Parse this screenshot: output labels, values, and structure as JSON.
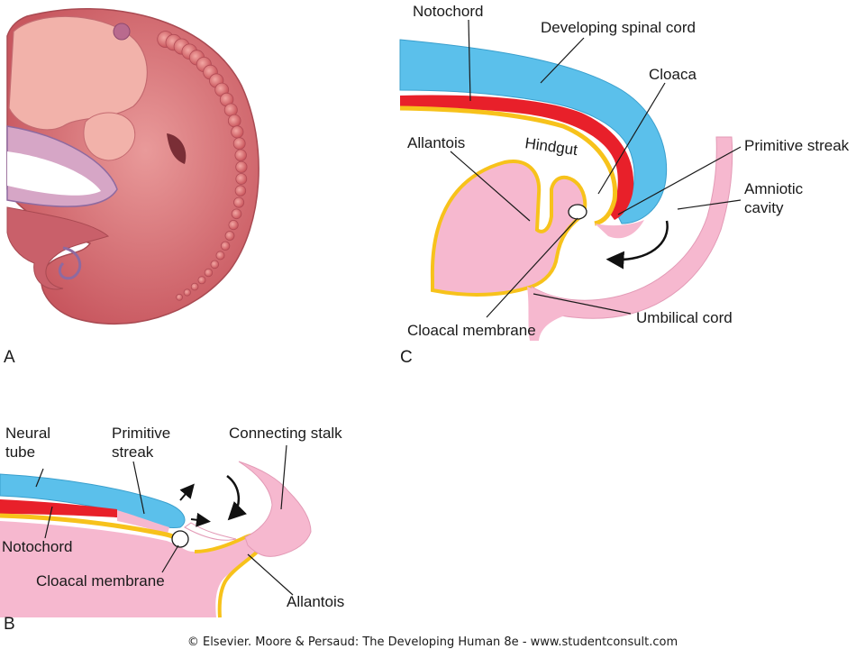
{
  "panels": {
    "a": "A",
    "b": "B",
    "c": "C"
  },
  "labels_c": {
    "notochord": "Notochord",
    "developing_spinal_cord": "Developing spinal cord",
    "cloaca": "Cloaca",
    "allantois": "Allantois",
    "hindgut": "Hindgut",
    "primitive_streak": "Primitive streak",
    "amniotic_cavity_1": "Amniotic",
    "amniotic_cavity_2": "cavity",
    "cloacal_membrane": "Cloacal membrane",
    "umbilical_cord": "Umbilical cord"
  },
  "labels_b": {
    "neural_tube_1": "Neural",
    "neural_tube_2": "tube",
    "primitive_streak_1": "Primitive",
    "primitive_streak_2": "streak",
    "connecting_stalk": "Connecting stalk",
    "notochord": "Notochord",
    "cloacal_membrane": "Cloacal membrane",
    "allantois": "Allantois"
  },
  "copyright": "© Elsevier. Moore & Persaud: The Developing Human 8e - www.studentconsult.com",
  "colors": {
    "neural": "#5bc0eb",
    "notochord": "#e8202a",
    "endoderm": "#f7c21b",
    "mesoderm": "#f6b8cf",
    "embryo": "#d9737a",
    "embryo_light": "#f2b5ad"
  }
}
